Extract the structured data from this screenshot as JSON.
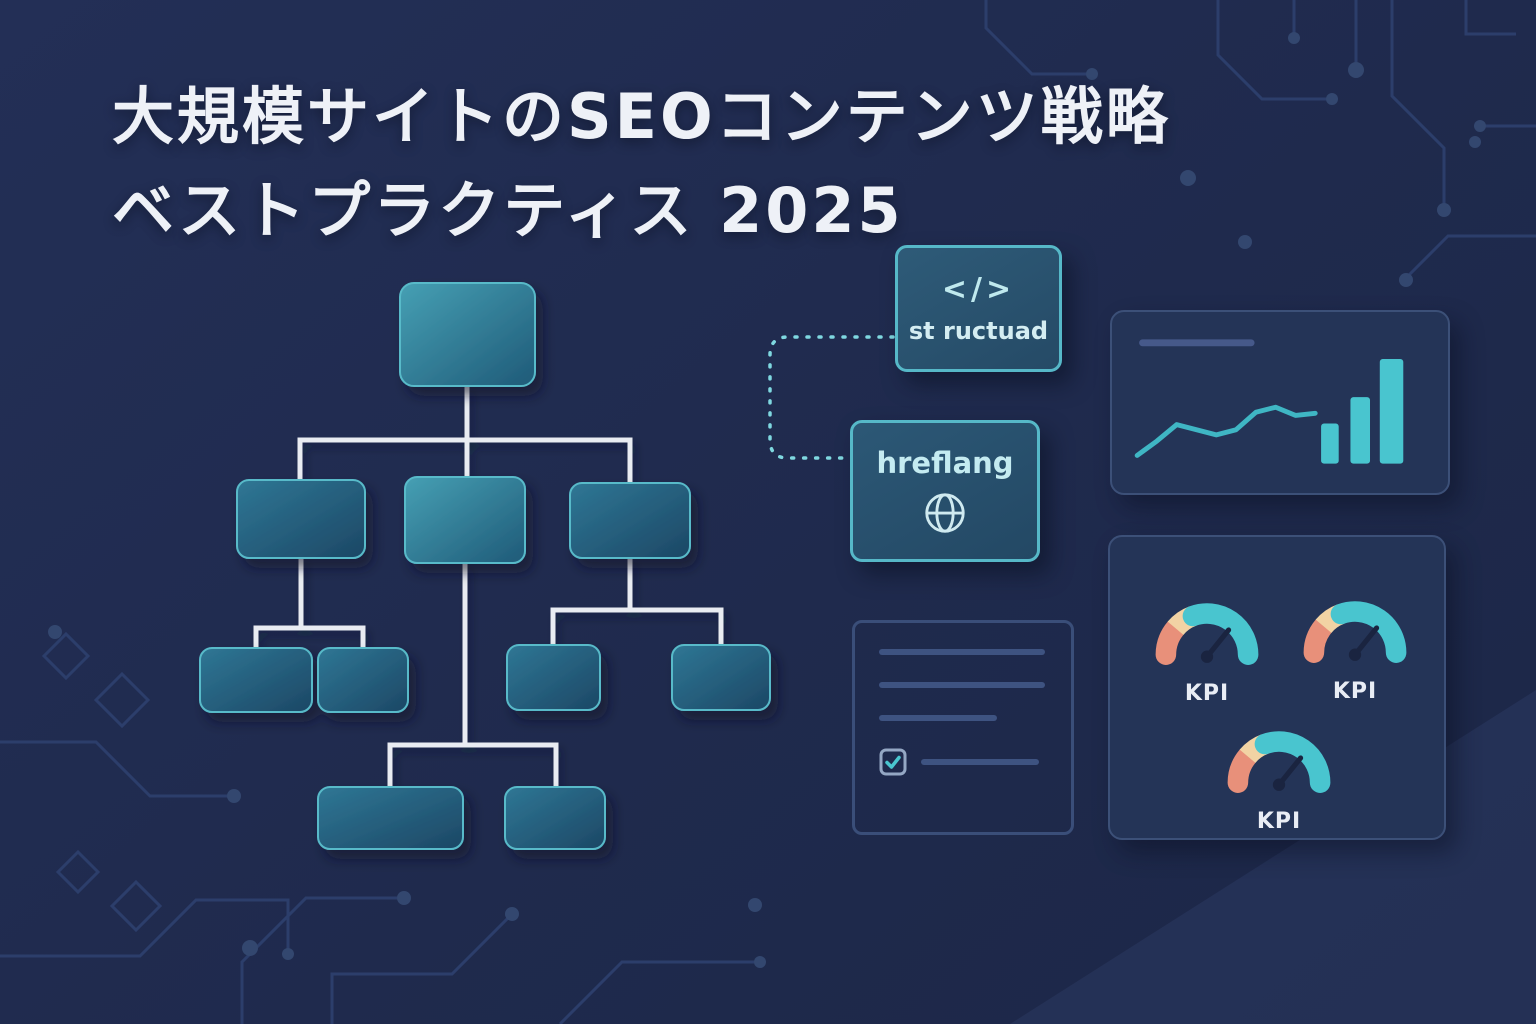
{
  "title": {
    "line1": "大規模サイトのSEOコンテンツ戦略",
    "line2": "ベストプラクティス 2025"
  },
  "cards": {
    "structured_data": {
      "icon": "</>",
      "label": "st ructuad"
    },
    "hreflang": {
      "label": "hreflang"
    }
  },
  "kpi_panel": {
    "labels": [
      "KPI",
      "KPI",
      "KPI"
    ]
  },
  "chart": {
    "type": "line+bar",
    "bars_relative": [
      38,
      64,
      100
    ],
    "line_points_relative": [
      8,
      22,
      38,
      33,
      28,
      33,
      50,
      55,
      47,
      49
    ]
  },
  "colors": {
    "background": "#1f2a4d",
    "accent_teal": "#49c5cf",
    "node_teal_light": "#3b93a8",
    "node_teal_dark": "#1d4f6e",
    "connector_white": "#e9ecf2",
    "card_border": "#56b8c8",
    "panel_fill": "#243457",
    "panel_border": "#3c5078",
    "gauge_orange": "#e8907a",
    "gauge_cream": "#f2d3a4",
    "text_light": "#eef1f7",
    "circuit": "#2c3e6b"
  }
}
